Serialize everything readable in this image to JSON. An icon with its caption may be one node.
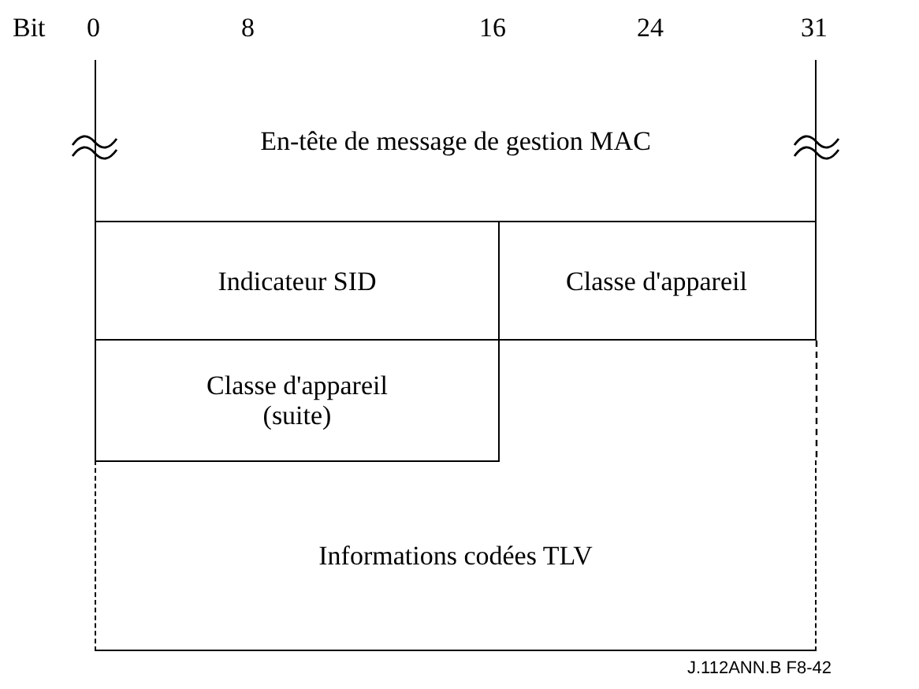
{
  "diagram": {
    "nodes": [
      {
        "text": [
          "En-tête de message de gestion MAC"
        ]
      },
      {
        "text": [
          "Indicateur SID"
        ]
      },
      {
        "text": [
          "Classe d'appareil"
        ]
      },
      {
        "text": [
          "Classe d'appareil (suite)"
        ]
      },
      {
        "text": [
          "Informations codées TLV"
        ]
      }
    ],
    "labels": [
      "Bit",
      "0",
      "8",
      "16",
      "24",
      "31",
      "J.112ANN.B F8-42"
    ]
  }
}
